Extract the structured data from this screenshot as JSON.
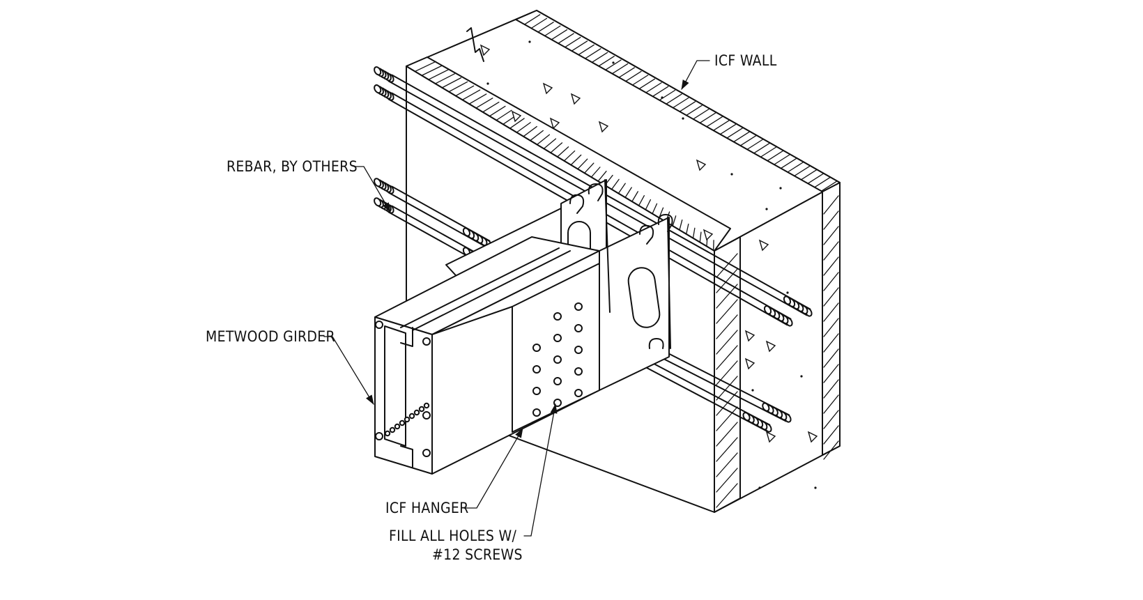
{
  "diagram": {
    "labels": {
      "icf_wall": "ICF WALL",
      "rebar": "REBAR, BY OTHERS",
      "girder": "METWOOD GIRDER",
      "hanger": "ICF HANGER",
      "fill_line1": "FILL ALL HOLES W/",
      "fill_line2": "#12 SCREWS"
    }
  }
}
